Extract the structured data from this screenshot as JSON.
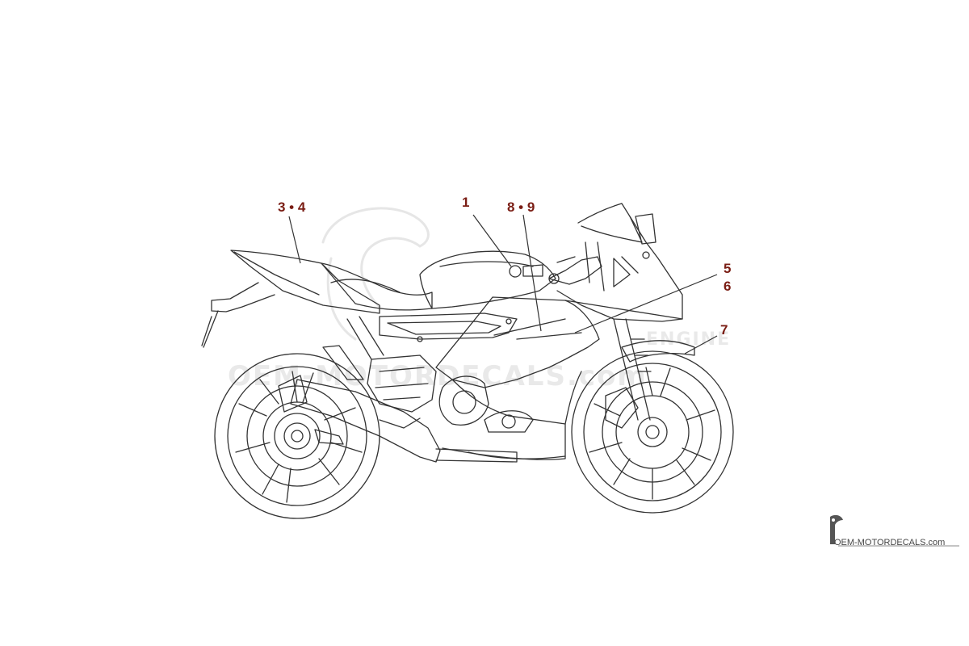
{
  "callouts": {
    "c1": "1",
    "c34": "3 • 4",
    "c89": "8 • 9",
    "c5": "5",
    "c6": "6",
    "c7": "7"
  },
  "watermark": {
    "text": "OEM-MOTORDECALS.com",
    "side": "ENGINE"
  },
  "brand": {
    "text": "OEM-MOTORDECALS.com"
  },
  "colors": {
    "callout": "#7a1d14",
    "line": "#333333",
    "watermark": "#e9e9e9"
  }
}
